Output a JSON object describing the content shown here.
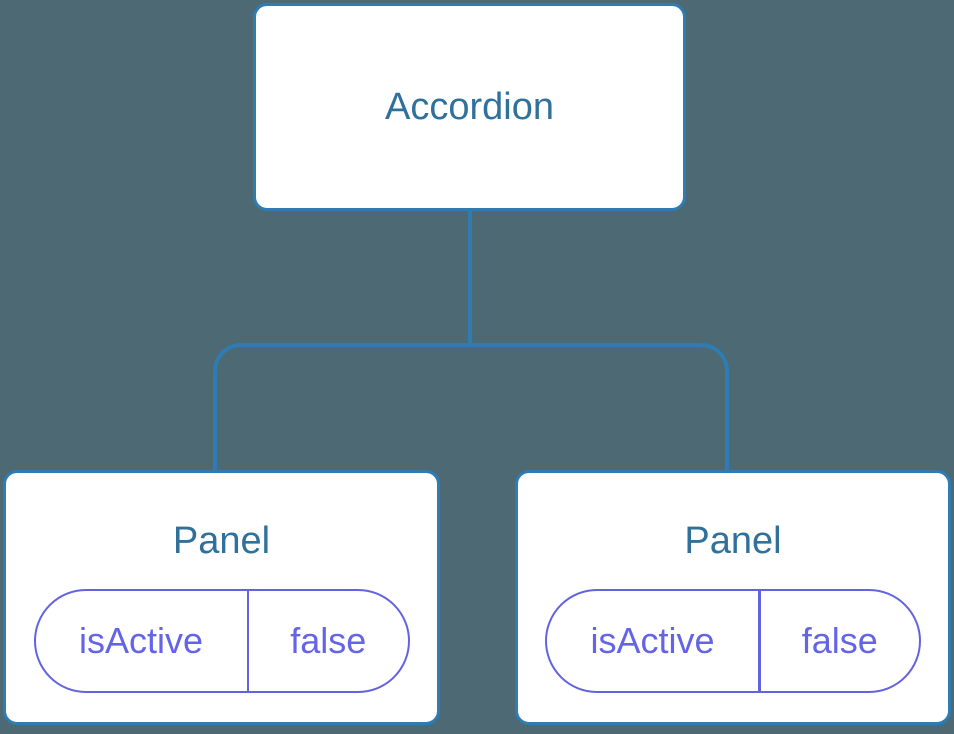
{
  "diagram": {
    "root": {
      "label": "Accordion"
    },
    "children": [
      {
        "label": "Panel",
        "props": [
          {
            "key": "isActive",
            "value": "false"
          }
        ]
      },
      {
        "label": "Panel",
        "props": [
          {
            "key": "isActive",
            "value": "false"
          }
        ]
      }
    ],
    "colors": {
      "background": "#4D6974",
      "connector": "#2E7CB2",
      "node_border": "#2E7CB2",
      "node_background": "#FFFFFF",
      "node_title_text": "#30719C",
      "prop_accent": "#6464E8"
    }
  }
}
